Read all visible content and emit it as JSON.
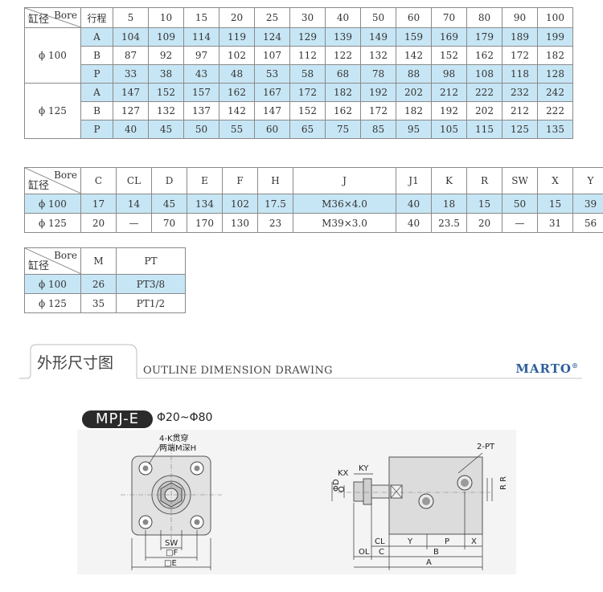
{
  "table1": {
    "corner_top": "Bore",
    "corner_bottom": "缸径",
    "stroke_label": "行程",
    "strokes": [
      "5",
      "10",
      "15",
      "20",
      "25",
      "30",
      "40",
      "50",
      "60",
      "70",
      "80",
      "90",
      "100"
    ],
    "groups": [
      {
        "bore": "ϕ 100",
        "rows": [
          {
            "label": "A",
            "values": [
              "104",
              "109",
              "114",
              "119",
              "124",
              "129",
              "139",
              "149",
              "159",
              "169",
              "179",
              "189",
              "199"
            ]
          },
          {
            "label": "B",
            "values": [
              "87",
              "92",
              "97",
              "102",
              "107",
              "112",
              "122",
              "132",
              "142",
              "152",
              "162",
              "172",
              "182"
            ]
          },
          {
            "label": "P",
            "values": [
              "33",
              "38",
              "43",
              "48",
              "53",
              "58",
              "68",
              "78",
              "88",
              "98",
              "108",
              "118",
              "128"
            ]
          }
        ]
      },
      {
        "bore": "ϕ 125",
        "rows": [
          {
            "label": "A",
            "values": [
              "147",
              "152",
              "157",
              "162",
              "167",
              "172",
              "182",
              "192",
              "202",
              "212",
              "222",
              "232",
              "242"
            ]
          },
          {
            "label": "B",
            "values": [
              "127",
              "132",
              "137",
              "142",
              "147",
              "152",
              "162",
              "172",
              "182",
              "192",
              "202",
              "212",
              "222"
            ]
          },
          {
            "label": "P",
            "values": [
              "40",
              "45",
              "50",
              "55",
              "60",
              "65",
              "75",
              "85",
              "95",
              "105",
              "115",
              "125",
              "135"
            ]
          }
        ]
      }
    ]
  },
  "table2": {
    "corner_top": "Bore",
    "corner_bottom": "缸径",
    "headers": [
      "C",
      "CL",
      "D",
      "E",
      "F",
      "H",
      "J",
      "J1",
      "K",
      "R",
      "SW",
      "X",
      "Y"
    ],
    "rows": [
      {
        "bore": "ϕ 100",
        "values": [
          "17",
          "14",
          "45",
          "134",
          "102",
          "17.5",
          "M36×4.0",
          "40",
          "18",
          "15",
          "50",
          "15",
          "39"
        ]
      },
      {
        "bore": "ϕ 125",
        "values": [
          "20",
          "—",
          "70",
          "170",
          "130",
          "23",
          "M39×3.0",
          "40",
          "23.5",
          "20",
          "—",
          "31",
          "56"
        ]
      }
    ]
  },
  "table3": {
    "corner_top": "Bore",
    "corner_bottom": "缸径",
    "headers": [
      "M",
      "PT"
    ],
    "rows": [
      {
        "bore": "ϕ 100",
        "values": [
          "26",
          "PT3/8"
        ]
      },
      {
        "bore": "ϕ 125",
        "values": [
          "35",
          "PT1/2"
        ]
      }
    ]
  },
  "outline": {
    "title_cn": "外形尺寸图",
    "title_en": "OUTLINE DIMENSION DRAWING",
    "brand": "MARTO",
    "brand_mark": "®"
  },
  "drawing": {
    "model": "MPJ-E",
    "range": "Φ20~Φ80",
    "note1": "4-K贯穿",
    "note2": "两端M深H",
    "label_sw": "SW",
    "label_f": "□F",
    "label_e": "□E",
    "label_2pt": "2-PT",
    "label_kx": "KX",
    "label_ky": "KY",
    "label_phid": "ΦD",
    "label_o": "O",
    "label_rr": "R R",
    "label_cl": "CL",
    "label_y": "Y",
    "label_p": "P",
    "label_x": "X",
    "label_ol": "OL",
    "label_c": "C",
    "label_b": "B",
    "label_a": "A"
  }
}
